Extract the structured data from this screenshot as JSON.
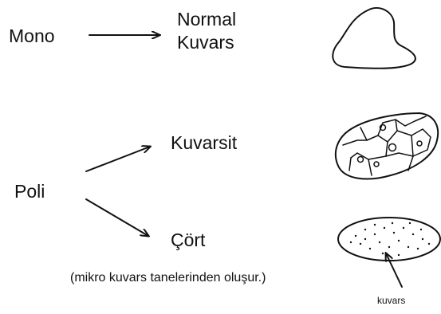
{
  "labels": {
    "mono": "Mono",
    "normal_line1": "Normal",
    "normal_line2": "Kuvars",
    "poli": "Poli",
    "kuvarsit": "Kuvarsit",
    "cort": "Çört",
    "note": "(mikro kuvars tanelerinden oluşur.)",
    "kuvars_pointer": "kuvars"
  }
}
